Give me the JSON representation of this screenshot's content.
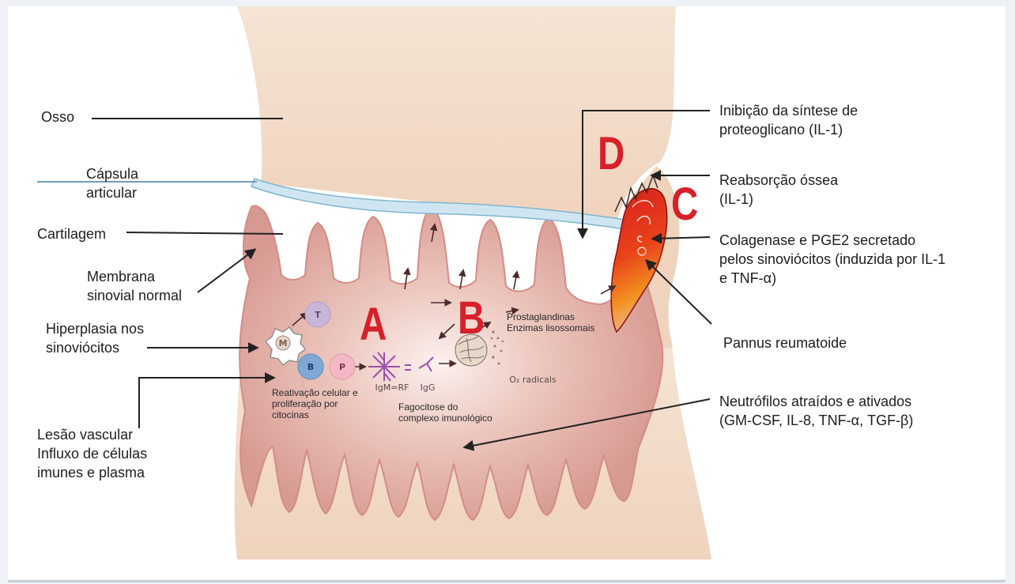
{
  "labels": {
    "osso": "Osso",
    "capsula": "Cápsula\narticular",
    "cartilagem": "Cartilagem",
    "membrana": "Membrana\nsinovial normal",
    "hiperplasia": "Hiperplasia nos\nsinoviócitos",
    "lesao": "Lesão vascular\nInfluxo de células\nimunes e plasma",
    "inibicao": "Inibição da síntese de\nproteoglicano (IL-1)",
    "reabsorcao": "Reabsorção óssea\n(IL-1)",
    "colagenase": "Colagenase e PGE2 secretado\npelos sinoviócitos (induzida por IL-1\ne TNF-α)",
    "pannus": "Pannus reumatoide",
    "neutrofilos": "Neutrófilos atraídos e ativados\n(GM-CSF, IL-8, TNF-α, TGF-β)"
  },
  "inner": {
    "reativacao": "Reativação celular e\nproliferação por\ncitocinas",
    "fagocitose": "Fagocitose do\ncomplexo imunológico",
    "prostaglandinas": "Prostaglandinas\nEnzimas lisossomais",
    "igm": "IgM=RF",
    "igg": "IgG",
    "o2": "O₂ radicals"
  },
  "cells": {
    "t": "T",
    "m": "M",
    "b": "B",
    "p": "P"
  },
  "letters": {
    "a": "A",
    "b": "B",
    "c": "C",
    "d": "D"
  },
  "colors": {
    "bone": "#f3ddca",
    "synovium": "#e8b8ac",
    "synovium_edge": "#d98d86",
    "cartilage": "#cfe6f2",
    "accent": "#d6202a",
    "cell_t": "#c7b6d8",
    "cell_b": "#7fa8d4",
    "cell_p": "#f2b8c6",
    "antibody": "#9b4fb0"
  }
}
